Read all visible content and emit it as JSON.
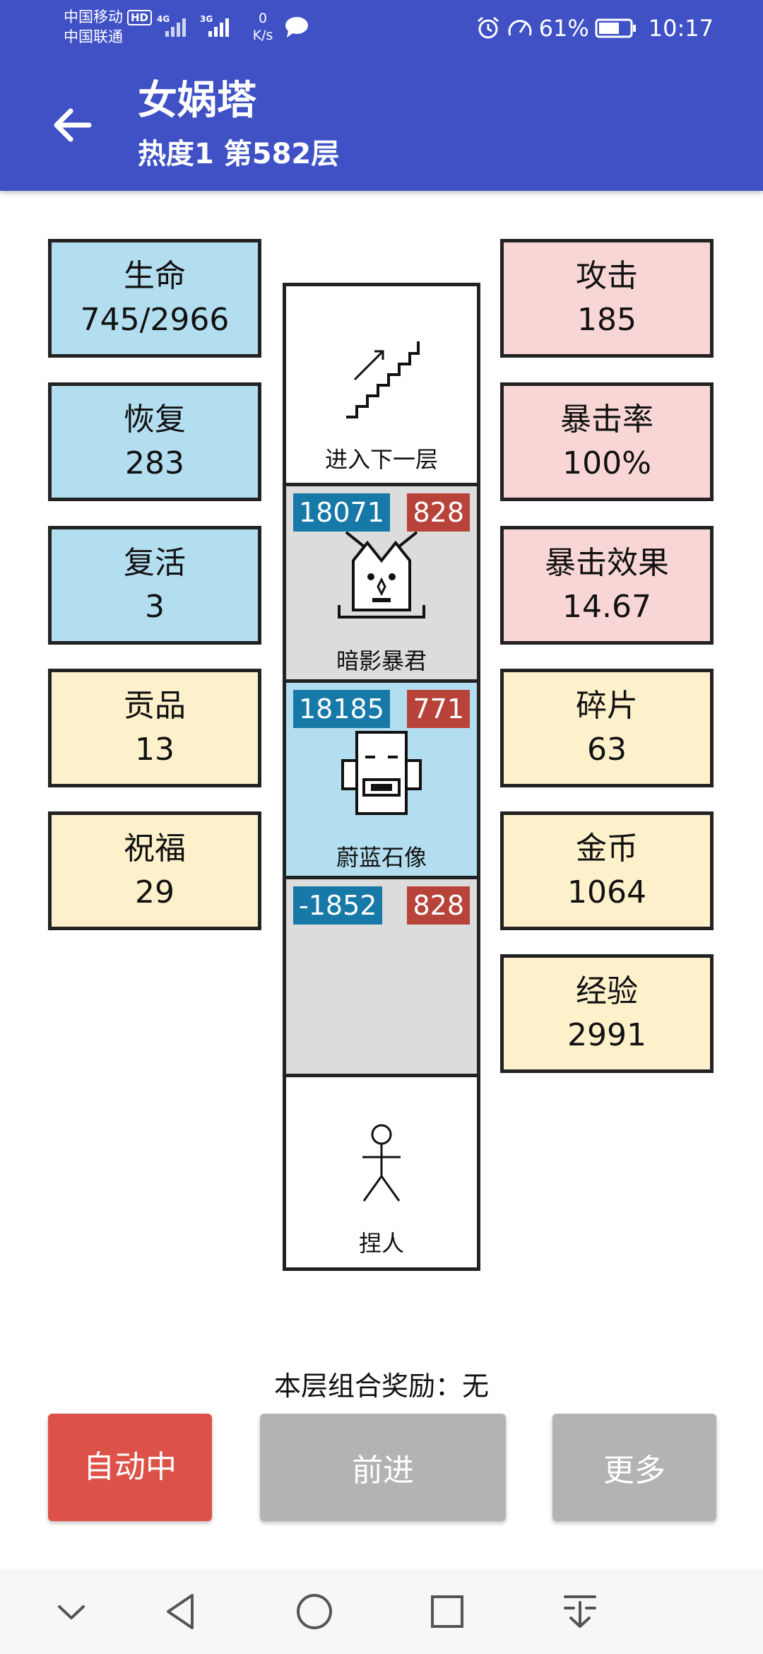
{
  "status_bar": {
    "carrier_1": "中国移动",
    "carrier_2": "中国联通",
    "hd": "HD",
    "network_1": "4G",
    "network_2": "3G",
    "speed_value": "0",
    "speed_unit": "K/s",
    "battery": "61%",
    "time": "10:17"
  },
  "header": {
    "title": "女娲塔",
    "subtitle": "热度1 第582层"
  },
  "left_stats": [
    {
      "label": "生命",
      "value": "745/2966"
    },
    {
      "label": "恢复",
      "value": "283"
    },
    {
      "label": "复活",
      "value": "3"
    },
    {
      "label": "贡品",
      "value": "13"
    },
    {
      "label": "祝福",
      "value": "29"
    }
  ],
  "right_stats": [
    {
      "label": "攻击",
      "value": "185"
    },
    {
      "label": "暴击率",
      "value": "100%"
    },
    {
      "label": "暴击效果",
      "value": "14.67"
    },
    {
      "label": "碎片",
      "value": "63"
    },
    {
      "label": "金币",
      "value": "1064"
    },
    {
      "label": "经验",
      "value": "2991"
    }
  ],
  "tower": {
    "stairs_label": "进入下一层",
    "enemy_1": {
      "name": "暗影暴君",
      "hp": "18071",
      "atk": "828"
    },
    "enemy_2": {
      "name": "蔚蓝石像",
      "hp": "18185",
      "atk": "771"
    },
    "empty_cell": {
      "hp": "-1852",
      "atk": "828"
    },
    "player_label": "捏人"
  },
  "combo_bonus": "本层组合奖励：无",
  "buttons": {
    "auto": "自动中",
    "forward": "前进",
    "more": "更多"
  },
  "colors": {
    "header": "#3f51c5",
    "stat_blue": "#b3def0",
    "stat_pink": "#f9d6d6",
    "stat_yellow": "#fdf1cc",
    "hp_tag": "#1679a8",
    "atk_tag": "#b8433b",
    "auto_button": "#dc5148",
    "grey_button": "#b3b3b3"
  }
}
